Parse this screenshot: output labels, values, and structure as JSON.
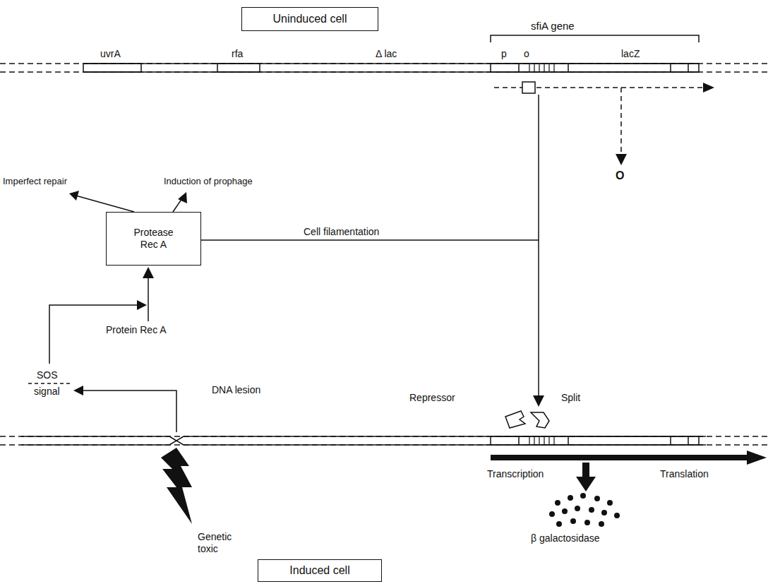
{
  "diagram": {
    "nodes": [
      {
        "text": [
          "Uninduced cell"
        ]
      },
      {
        "text": [
          "Protease Rec A"
        ]
      },
      {
        "text": [
          "Induced cell"
        ]
      }
    ],
    "labels": [
      "sfiA gene",
      "uvrA",
      "rfa",
      "Δ lac",
      "p",
      "o",
      "lacZ",
      "O",
      "Imperfect repair",
      "Induction of prophage",
      "Cell filamentation",
      "Protein Rec A",
      "SOS",
      "signal",
      "DNA lesion",
      "Repressor",
      "Split",
      "Transcription",
      "Translation",
      "β galactosidase",
      "Genetic toxic"
    ]
  }
}
